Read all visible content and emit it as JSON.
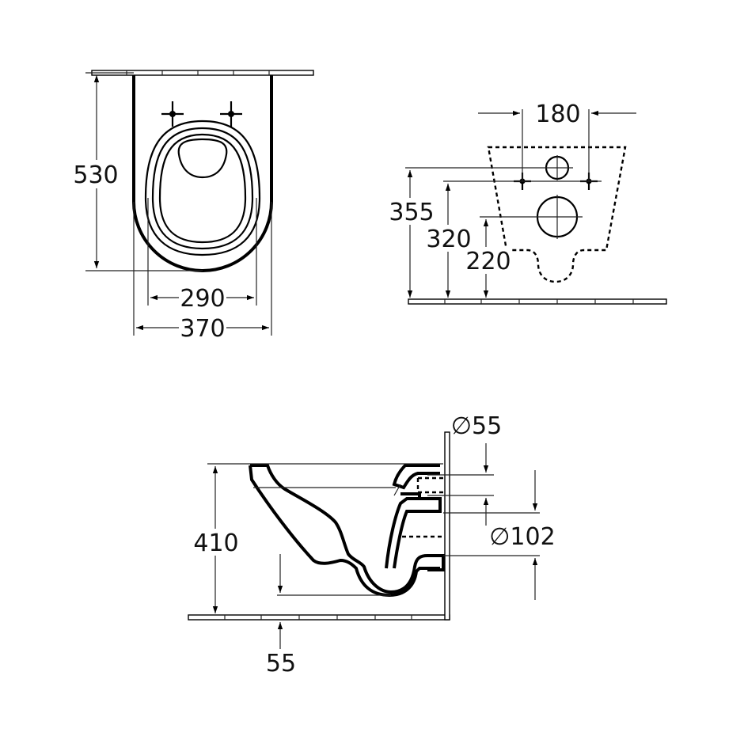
{
  "top_view": {
    "height": "530",
    "inner_width": "290",
    "outer_width": "370"
  },
  "back_view": {
    "hole_spacing": "180",
    "height_355": "355",
    "height_320": "320",
    "height_220": "220"
  },
  "side_view": {
    "inlet_diameter": "∅55",
    "outlet_diameter": "∅102",
    "height": "410",
    "bottom_offset": "55"
  }
}
